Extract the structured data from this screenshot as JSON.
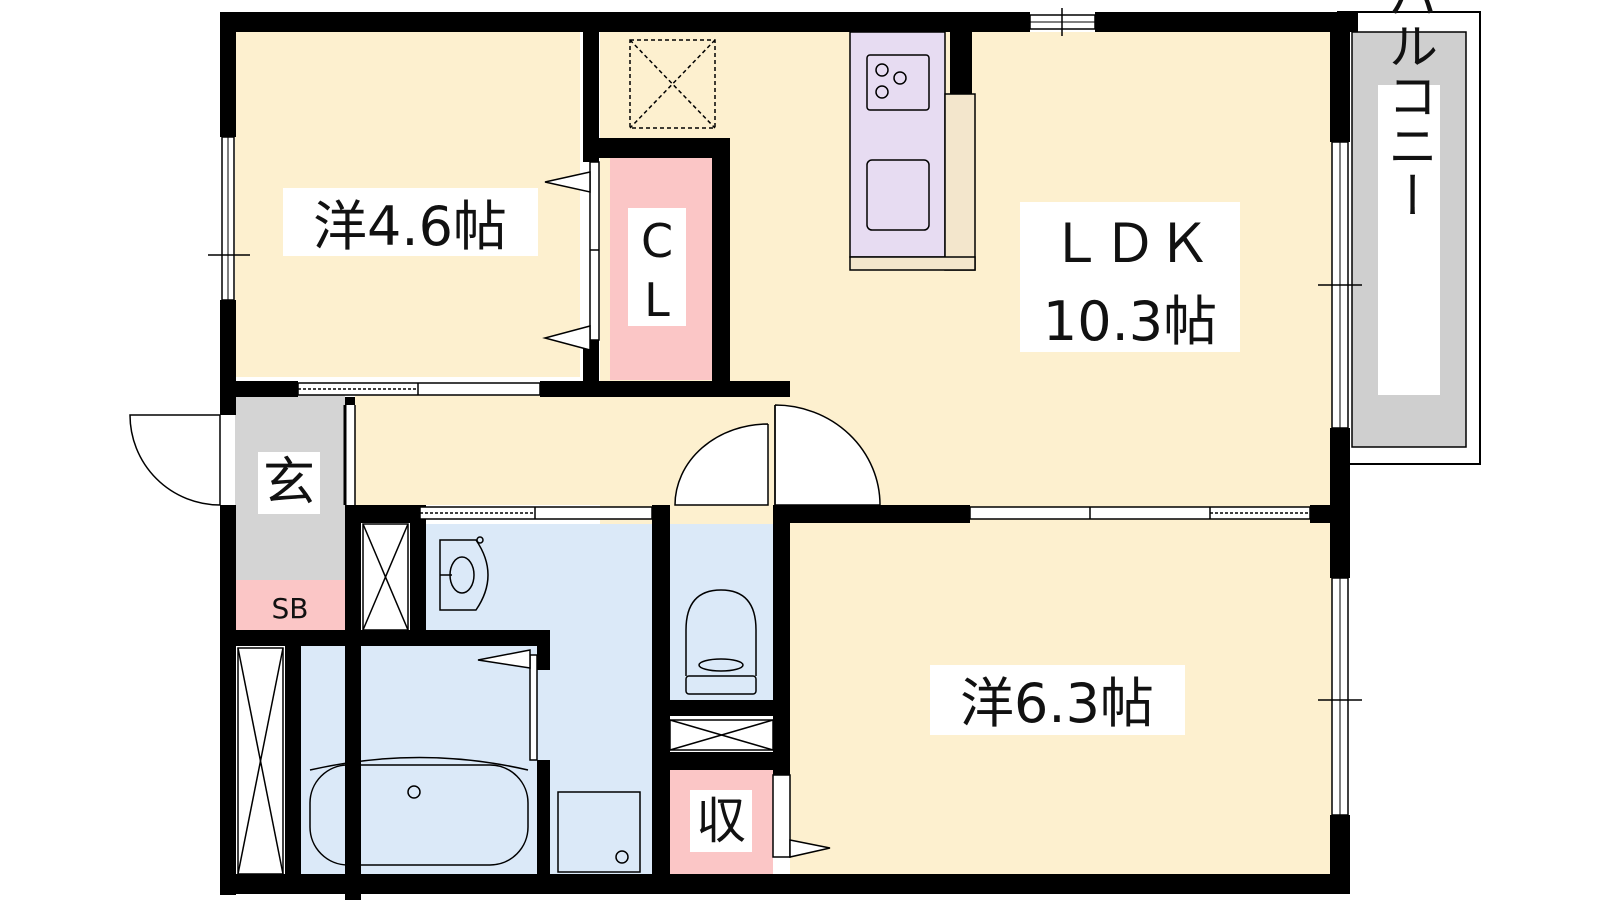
{
  "rooms": {
    "western_small": {
      "label": "洋4.6帖"
    },
    "closet": {
      "label_line1": "C",
      "label_line2": "L"
    },
    "ldk": {
      "label_line1": "ＬＤＫ",
      "label_line2": "10.3帖"
    },
    "balcony": {
      "label": "バルコニー"
    },
    "entrance": {
      "label": "玄"
    },
    "shoe_box": {
      "label": "SB"
    },
    "western_large": {
      "label": "洋6.3帖"
    },
    "storage": {
      "label": "収"
    }
  },
  "colors": {
    "wall": "#000000",
    "room_floor": "#fdf0cf",
    "wet_area": "#dbe9f8",
    "storage": "#fbc6c6",
    "entrance": "#d4d4d4",
    "balcony": "#cfcfcf",
    "kitchen": "#e7dcf2"
  }
}
